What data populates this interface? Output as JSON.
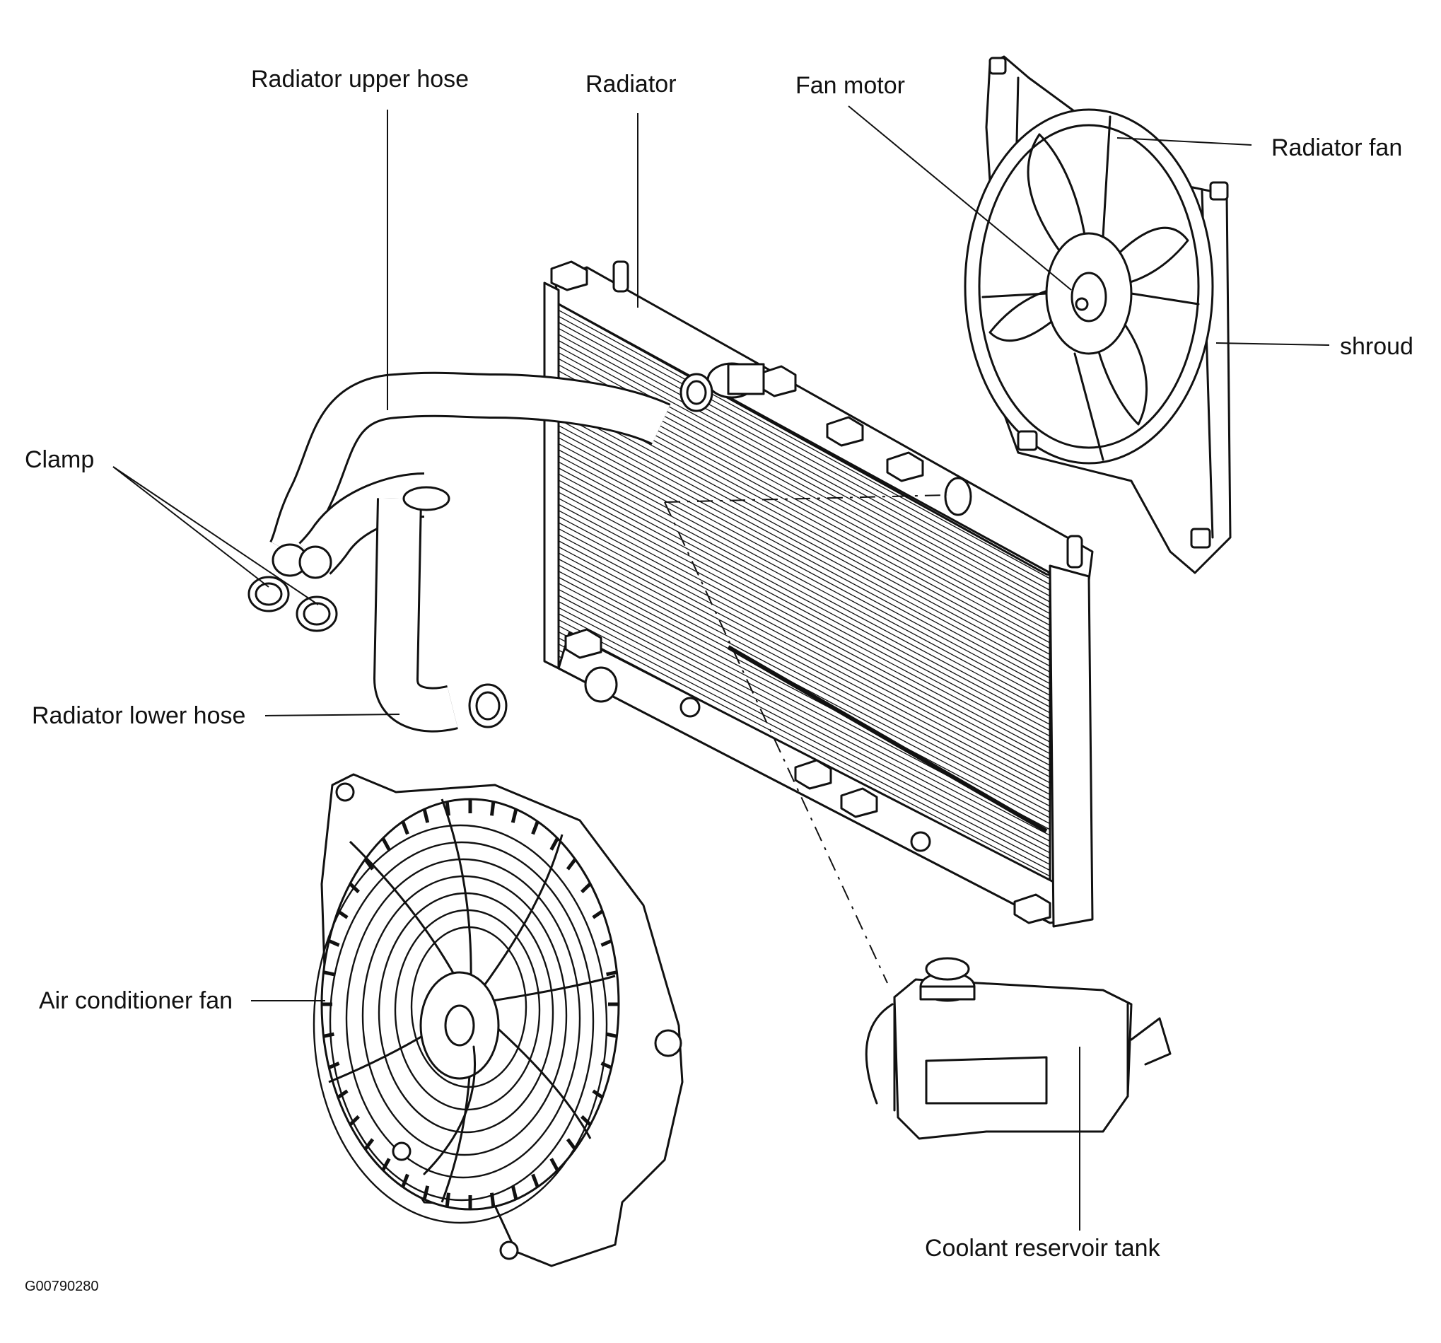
{
  "labels": {
    "radiator_upper_hose": "Radiator upper hose",
    "radiator": "Radiator",
    "fan_motor": "Fan motor",
    "radiator_fan": "Radiator fan",
    "shroud": "shroud",
    "clamp": "Clamp",
    "radiator_lower_hose": "Radiator lower hose",
    "air_conditioner_fan": "Air conditioner fan",
    "coolant_reservoir_tank": "Coolant reservoir tank"
  },
  "figure_code": "G00790280",
  "colors": {
    "ink": "#111111",
    "background": "#ffffff"
  }
}
